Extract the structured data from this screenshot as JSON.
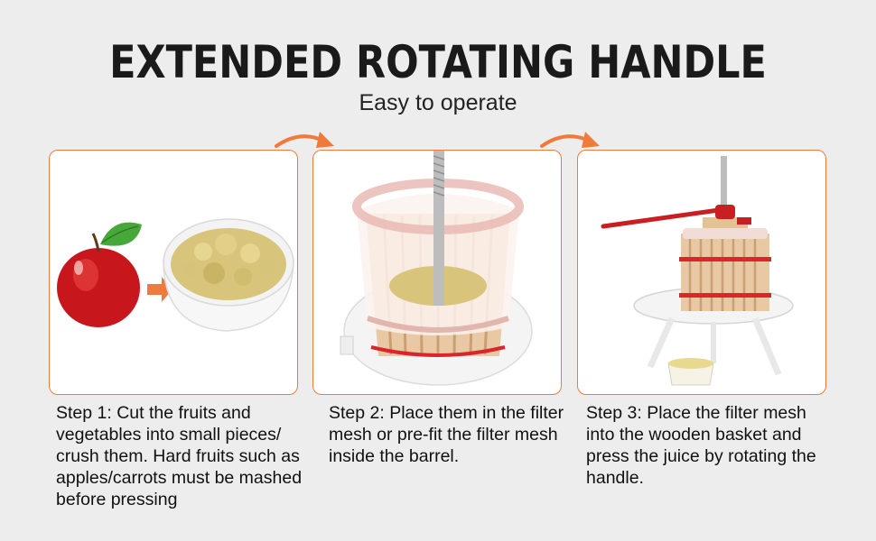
{
  "header": {
    "title": "EXTENDED ROTATING HANDLE",
    "subtitle": "Easy to operate"
  },
  "steps": [
    {
      "caption": "Step 1: Cut the fruits and vegetables into small pieces/ crush them. Hard fruits such as apples/carrots must be mashed before pressing"
    },
    {
      "caption": "Step 2: Place them in the filter mesh or pre-fit the filter mesh inside the barrel."
    },
    {
      "caption": "Step 3: Place the filter mesh into the wooden basket and press the juice by rotating the handle."
    }
  ],
  "colors": {
    "accent": "#f07a3c",
    "background": "#ededed",
    "wood": "#e9c9a3",
    "band": "#d9262a"
  }
}
